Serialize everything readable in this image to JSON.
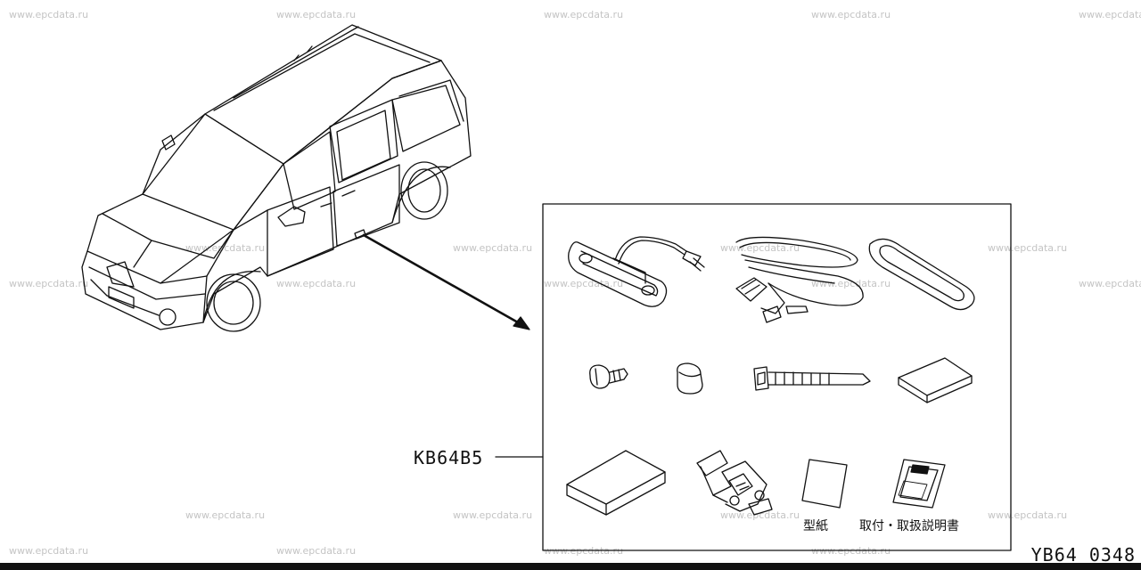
{
  "watermark": "www.epcdata.ru",
  "kit_code": "KB64B5",
  "captions": {
    "template": "型紙",
    "instructions": "取付・取扱説明書"
  },
  "figure_number": "YB64 0348",
  "colors": {
    "line": "#111111",
    "watermark": "#c4c4c4",
    "background": "#ffffff"
  }
}
